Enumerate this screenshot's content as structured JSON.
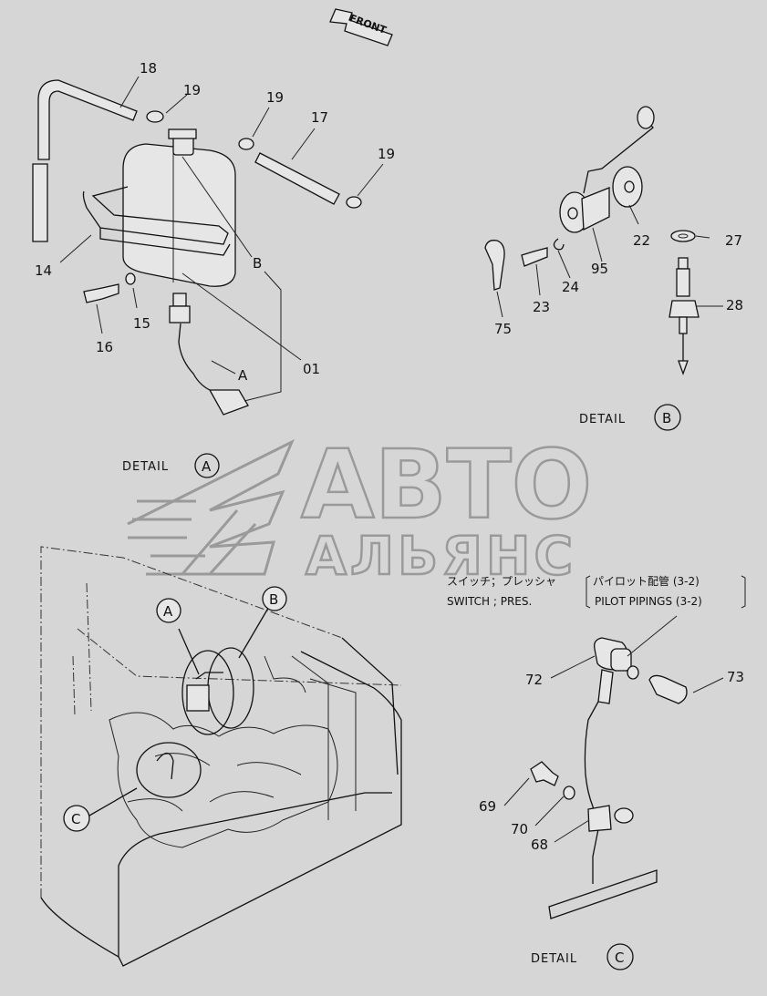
{
  "front_label": "FRONT",
  "watermark": {
    "line1": "АВТО",
    "line2": "АЛЬЯНС"
  },
  "details": {
    "a": {
      "text": "DETAIL",
      "letter": "A"
    },
    "b": {
      "text": "DETAIL",
      "letter": "B"
    },
    "c": {
      "text": "DETAIL",
      "letter": "C"
    }
  },
  "callouts": {
    "a": "A",
    "b": "B",
    "c": "C"
  },
  "switch_note": {
    "jp_left": "スイッチ；プレッシャ",
    "jp_right": "パイロット配管 (3-2)",
    "en_left": "SWITCH ; PRES.",
    "en_right": "PILOT PIPINGS (3-2)"
  },
  "parts": {
    "p18": "18",
    "p19a": "19",
    "p19b": "19",
    "p19c": "19",
    "p17": "17",
    "p14": "14",
    "p15": "15",
    "p16": "16",
    "pB": "B",
    "pA": "A",
    "p01": "01",
    "p22": "22",
    "p27": "27",
    "p28": "28",
    "p24": "24",
    "p95": "95",
    "p23": "23",
    "p75": "75",
    "p72": "72",
    "p73": "73",
    "p69": "69",
    "p70": "70",
    "p68": "68"
  }
}
